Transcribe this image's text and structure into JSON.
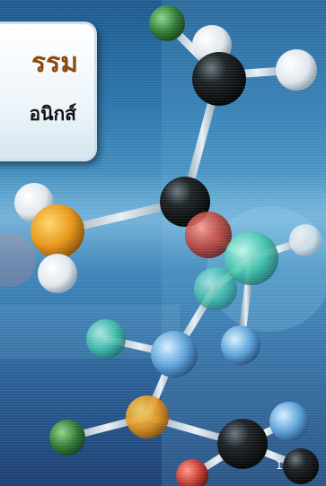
{
  "slide": {
    "title_line1": "รรม",
    "title_line2": "อนิกส์",
    "page_number": "1"
  },
  "colors": {
    "background_top": "#1d5a8e",
    "background_bottom": "#1c3f73",
    "title_line1": "#8a4a0f",
    "title_line2": "#111111",
    "atom_green": "#3c8a3e",
    "atom_white": "#f2f2f2",
    "atom_black": "#1b1b1b",
    "atom_orange": "#f0a020",
    "atom_red": "#c03030",
    "atom_blue": "#5aa8e0"
  }
}
